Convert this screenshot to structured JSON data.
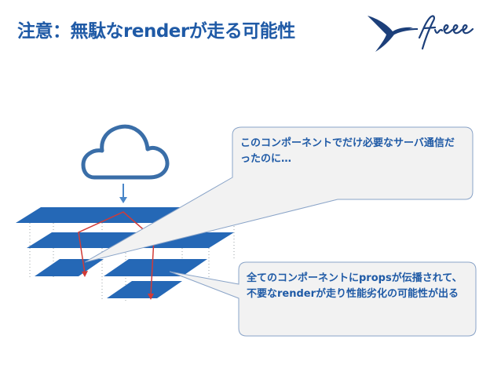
{
  "slide": {
    "title": "注意：無駄なrenderが走る可能性",
    "logo_text": "freee"
  },
  "callouts": [
    {
      "text": "このコンポーネントでだけ必要なサーバ通信だったのに…"
    },
    {
      "text": "全てのコンポーネントにpropsが伝播されて、不要なrenderが走り性能劣化の可能性が出る"
    }
  ],
  "colors": {
    "accent_blue": "#1f5aa6",
    "layer_blue": "#2568b6",
    "cloud_stroke": "#3a6ea8",
    "arrow_blue": "#4a86c8",
    "red_path": "#d23a36",
    "callout_fill": "#f2f2f2",
    "callout_stroke": "#8aa4c8"
  }
}
